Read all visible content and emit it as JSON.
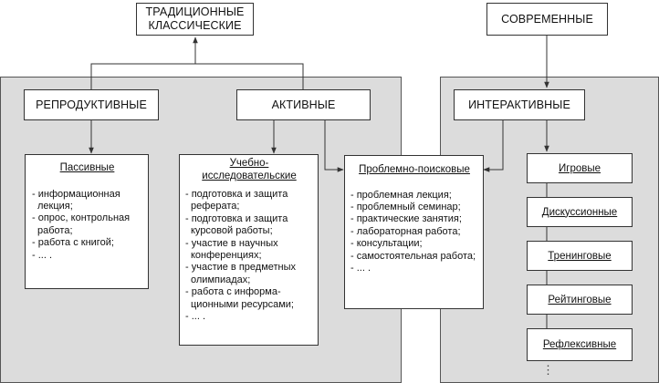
{
  "traditional": {
    "line1": "ТРАДИЦИОННЫЕ",
    "line2": "КЛАССИЧЕСКИЕ"
  },
  "modern": {
    "label": "СОВРЕМЕННЫЕ"
  },
  "reproductive": {
    "label": "РЕПРОДУКТИВНЫЕ"
  },
  "active": {
    "label": "АКТИВНЫЕ"
  },
  "interactive": {
    "label": "ИНТЕРАКТИВНЫЕ"
  },
  "passive": {
    "title": "Пассивные",
    "items": [
      "- информационная лекция;",
      "- опрос, контрольная работа;",
      "- работа с книгой;",
      "- ... ."
    ]
  },
  "research": {
    "title_line1": "Учебно-",
    "title_line2": "исследовательские",
    "items": [
      "- подготовка и защита реферата;",
      "- подготовка и защита курсовой работы;",
      "- участие в научных конференциях;",
      "- участие в предметных олимпиадах;",
      "- работа с информа-ционными ресурсами;",
      "- ... ."
    ]
  },
  "problem": {
    "title": "Проблемно-поисковые",
    "items": [
      "- проблемная лекция;",
      "- проблемный семинар;",
      "- практические занятия;",
      "- лабораторная работа;",
      "- консультации;",
      "- самостоятельная работа;",
      "- ... ."
    ]
  },
  "interactive_types": [
    "Игровые",
    "Дискуссионные",
    "Тренинговые",
    "Рейтинговые",
    "Рефлексивные"
  ],
  "ellipsis": "⋮",
  "colors": {
    "panel": "#dcdcdc",
    "border": "#333333",
    "line": "#333333"
  }
}
